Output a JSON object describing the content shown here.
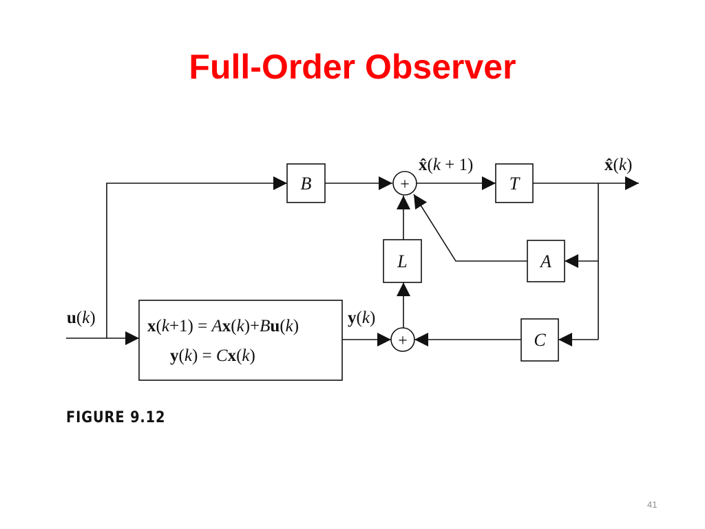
{
  "slide": {
    "title": "Full-Order Observer",
    "figure_caption": "FIGURE 9.12",
    "page_number": "41"
  },
  "diagram": {
    "blocks": {
      "B": "B",
      "T": "T",
      "L": "L",
      "A": "A",
      "C": "C"
    },
    "plant_equations": {
      "state": "x(k+1) = Ax(k)+Bu(k)",
      "output": "y(k) = Cx(k)"
    },
    "signals": {
      "input": "u(k)",
      "output": "y(k)",
      "next_estimate": "x̂(k + 1)",
      "estimate": "x̂(k)"
    },
    "summing_junction_symbol": "+"
  },
  "colors": {
    "title": "#ff0000",
    "line": "#111111",
    "page_number": "#8c8c8c"
  }
}
